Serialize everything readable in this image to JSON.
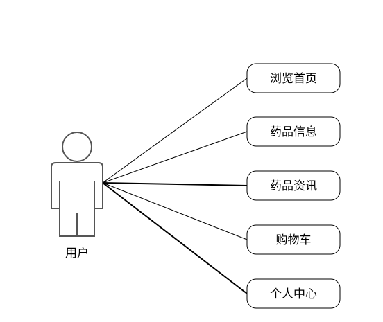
{
  "actor": {
    "label": "用户"
  },
  "use_cases": [
    {
      "label": "浏览首页"
    },
    {
      "label": "药品信息"
    },
    {
      "label": "药品资讯"
    },
    {
      "label": "购物车"
    },
    {
      "label": "个人中心"
    }
  ],
  "colors": {
    "actor_stroke": "#555555",
    "line": "#000000",
    "box_stroke": "#000000",
    "background": "#ffffff"
  }
}
